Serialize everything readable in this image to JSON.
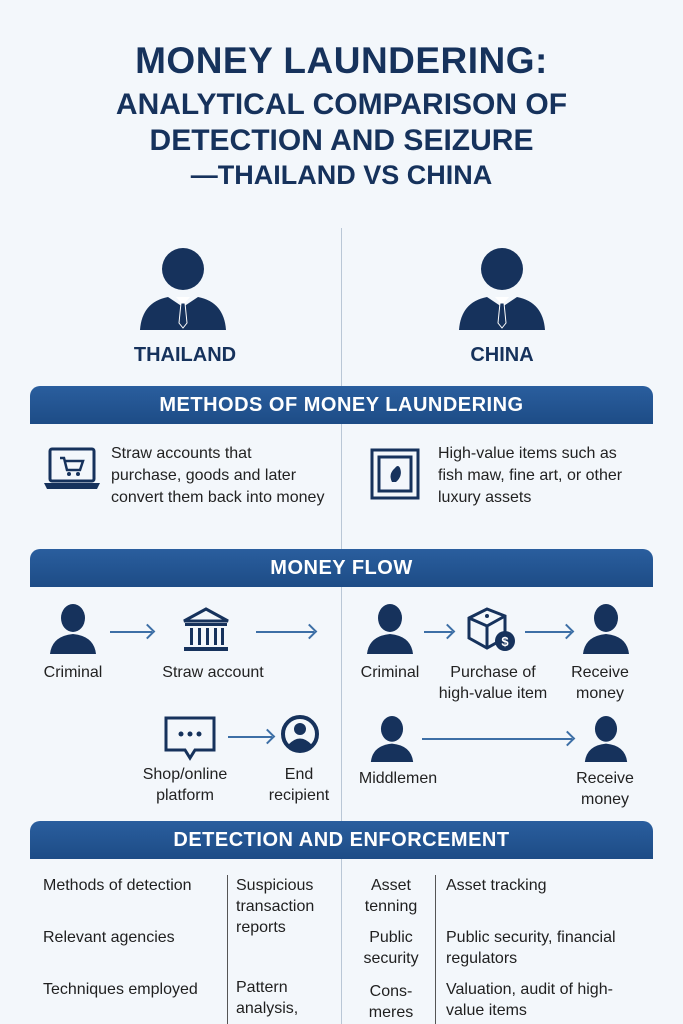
{
  "title": {
    "line1": "MONEY LAUNDERING:",
    "line2": "ANALYTICAL COMPARISON OF",
    "line3": "DETECTION AND SEIZURE",
    "line4": "—THAILAND VS CHINA"
  },
  "countries": {
    "left": "THAILAND",
    "right": "CHINA"
  },
  "methods": {
    "heading": "METHODS OF MONEY LAUNDERING",
    "thailand": "Straw accounts that purchase, goods and later convert them back into money",
    "china": "High-value items such as fish maw, fine art, or other luxury assets"
  },
  "flow": {
    "heading": "MONEY FLOW",
    "thailand": {
      "criminal": "Criminal",
      "straw": "Straw account",
      "shop": "Shop/online platform",
      "end": "End recipient"
    },
    "china": {
      "criminal": "Criminal",
      "purchase": "Purchase of high-value item",
      "receive1": "Receive money",
      "middlemen": "Middlemen",
      "receive2": "Receive money"
    }
  },
  "detection": {
    "heading": "DETECTION AND ENFORCEMENT",
    "thailand": {
      "labels": [
        "Methods of detection",
        "Relevant agencies",
        "Techniques employed"
      ],
      "values": [
        "Suspicious transaction reports",
        "Pattern analysis,"
      ]
    },
    "china": {
      "labels": [
        "Asset tenning",
        "Public security",
        "Cons-meres"
      ],
      "values": [
        "Asset tracking",
        "Public security, financial regulators",
        "Valuation, audit of high-value items"
      ]
    }
  },
  "colors": {
    "navy": "#16325c",
    "banner": "#1d4c86"
  }
}
